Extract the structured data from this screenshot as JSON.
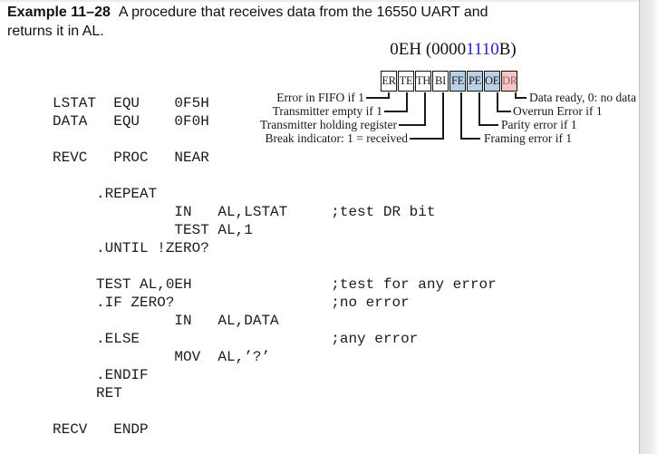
{
  "title": {
    "bold": "Example 11–28",
    "line1": "A procedure that receives data from the 16550 UART and",
    "line2": "returns it in AL."
  },
  "register_diagram": {
    "value_label": {
      "prefix": "0EH (0000",
      "highlight": "1110",
      "suffix": "B)"
    },
    "highlight_color": "#2222cc",
    "bits": [
      {
        "name": "ER",
        "bg": "#ffffff",
        "fg": "#1a1a1a"
      },
      {
        "name": "TE",
        "bg": "#ffffff",
        "fg": "#1a1a1a"
      },
      {
        "name": "TH",
        "bg": "#ffffff",
        "fg": "#1a1a1a"
      },
      {
        "name": "BI",
        "bg": "#ffffff",
        "fg": "#1a1a1a"
      },
      {
        "name": "FE",
        "bg": "#b8d1e6",
        "fg": "#1a1a1a"
      },
      {
        "name": "PE",
        "bg": "#b8d1e6",
        "fg": "#1a1a1a"
      },
      {
        "name": "OE",
        "bg": "#b8d1e6",
        "fg": "#1a1a1a"
      },
      {
        "name": "DR",
        "bg": "#f6c5c5",
        "fg": "#9d6363"
      }
    ],
    "left_labels": [
      "Error in FIFO if 1",
      "Transmitter empty if 1",
      "Transmitter holding register",
      "Break indicator: 1 = received"
    ],
    "right_labels": [
      "Data ready, 0: no data",
      "Overrun Error if 1",
      "Parity error if 1",
      "Framing error if 1"
    ]
  },
  "code": {
    "lines": [
      "LSTAT  EQU    0F5H",
      "DATA   EQU    0F0H",
      "",
      "REVC   PROC   NEAR",
      "",
      "     .REPEAT",
      "              IN   AL,LSTAT     ;test DR bit",
      "              TEST AL,1",
      "     .UNTIL !ZERO?",
      "",
      "     TEST AL,0EH                ;test for any error",
      "     .IF ZERO?                  ;no error",
      "              IN   AL,DATA",
      "     .ELSE                      ;any error",
      "              MOV  AL,’?’",
      "     .ENDIF",
      "     RET",
      "",
      "RECV   ENDP"
    ]
  }
}
